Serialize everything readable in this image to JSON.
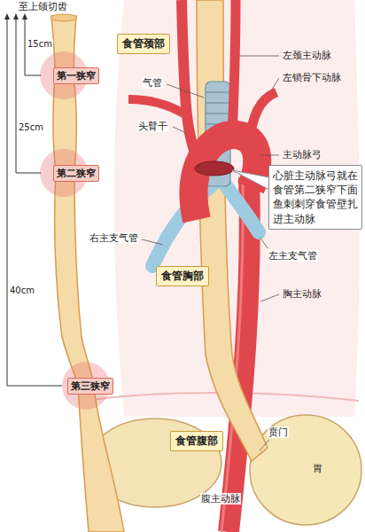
{
  "diagram": {
    "nodes": [
      {
        "text": [
          "食管颈部"
        ]
      },
      {
        "text": [
          "第一狭窄"
        ]
      },
      {
        "text": [
          "第二狭窄"
        ]
      },
      {
        "text": [
          "心脏主动脉弓就在食管第二狭窄下面鱼刺刺穿食管壁扎进主动脉"
        ]
      },
      {
        "text": [
          "食管胸部"
        ]
      },
      {
        "text": [
          "第三狭窄"
        ]
      },
      {
        "text": [
          "食管腹部"
        ]
      }
    ],
    "labels": [
      "至上颌切齿",
      "15cm",
      "25cm",
      "40cm",
      "左颈主动脉",
      "左锁骨下动脉",
      "气管",
      "头臂干",
      "主动脉弓",
      "右主支气管",
      "左主支气管",
      "胸主动脉",
      "贲门",
      "腹主动脉",
      "胃"
    ]
  }
}
